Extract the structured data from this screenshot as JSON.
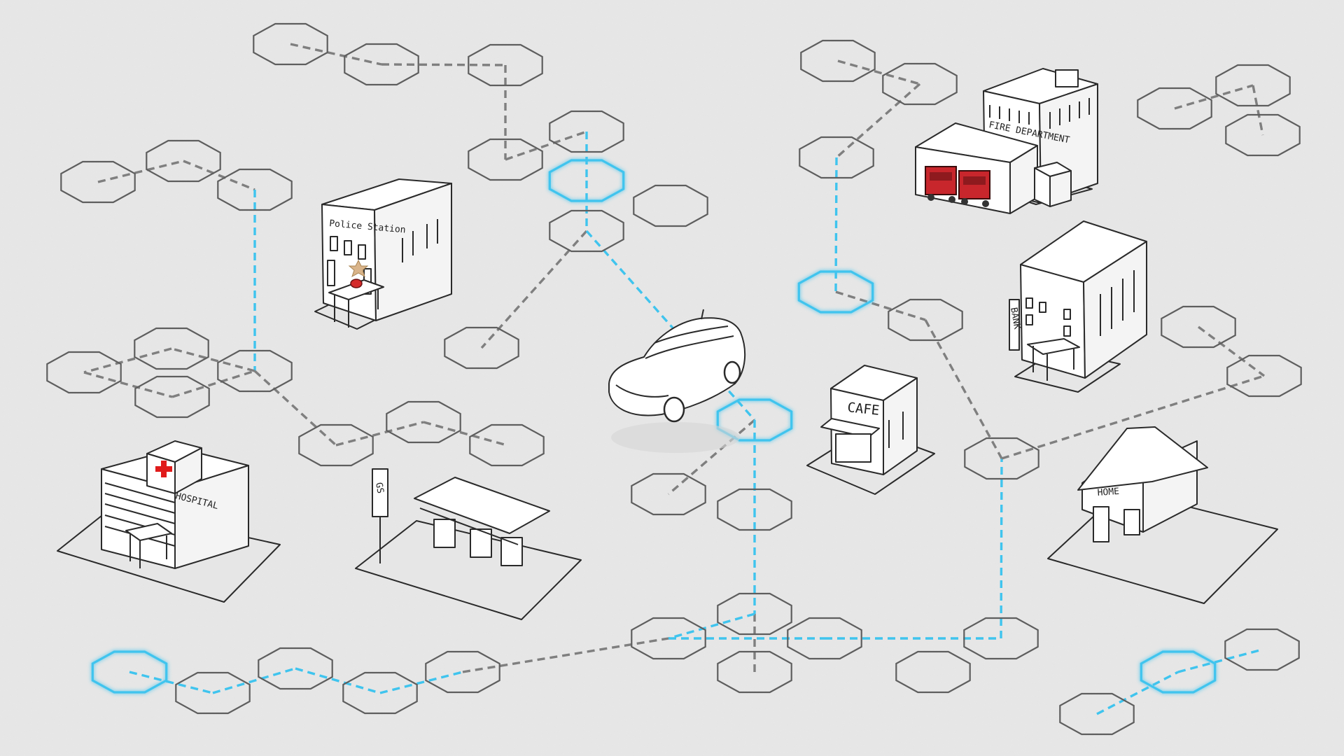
{
  "diagram": {
    "colors": {
      "background": "#e7e7e7",
      "node": "#5e5e5e",
      "node_active": "#3fc4ee",
      "link": "#7f7f7f",
      "building_line": "#2a2a2a",
      "fire_truck": "#c8262c",
      "police_siren": "#d42a2a",
      "hospital_cross": "#e01b1b"
    },
    "buildings": [
      {
        "id": "police",
        "icon": "police-station-icon",
        "label": "Police Station"
      },
      {
        "id": "fire",
        "icon": "fire-department-icon",
        "label": "FIRE DEPARTMENT"
      },
      {
        "id": "bank",
        "icon": "bank-icon",
        "label": "BANK"
      },
      {
        "id": "cafe",
        "icon": "cafe-icon",
        "label": "CAFE"
      },
      {
        "id": "hospital",
        "icon": "hospital-icon",
        "label": "HOSPITAL"
      },
      {
        "id": "gas",
        "icon": "gas-station-icon",
        "label": "GS"
      },
      {
        "id": "home",
        "icon": "home-icon",
        "label": "HOME"
      }
    ],
    "vehicle": {
      "icon": "car-icon"
    }
  }
}
